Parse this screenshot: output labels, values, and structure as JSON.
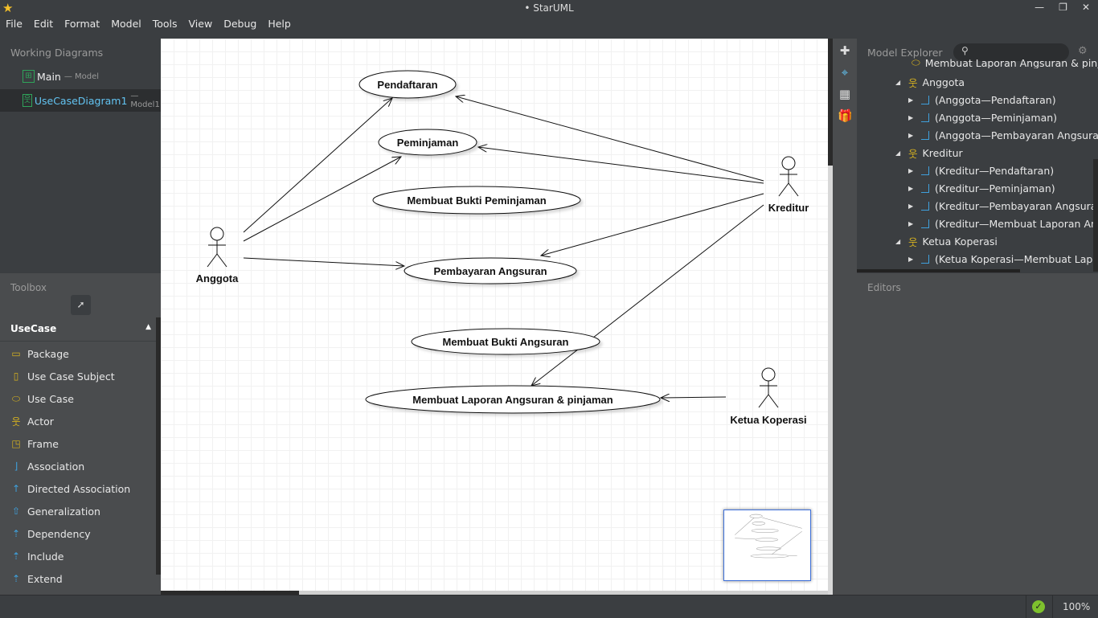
{
  "window": {
    "title": "• StarUML",
    "minimize": "—",
    "restore": "❐",
    "close": "✕"
  },
  "menu": [
    "File",
    "Edit",
    "Format",
    "Model",
    "Tools",
    "View",
    "Debug",
    "Help"
  ],
  "working_diagrams": {
    "title": "Working Diagrams",
    "items": [
      {
        "name": "Main",
        "sub": "— Model"
      },
      {
        "name": "UseCaseDiagram1",
        "sub": "— Model1"
      }
    ]
  },
  "toolbox": {
    "title": "Toolbox",
    "group": "UseCase",
    "items": [
      "Package",
      "Use Case Subject",
      "Use Case",
      "Actor",
      "Frame",
      "Association",
      "Directed Association",
      "Generalization",
      "Dependency",
      "Include",
      "Extend"
    ]
  },
  "diagram": {
    "use_cases": [
      "Pendaftaran",
      "Peminjaman",
      "Membuat Bukti Peminjaman",
      "Pembayaran Angsuran",
      "Membuat Bukti Angsuran",
      "Membuat Laporan Angsuran & pinjaman"
    ],
    "actors": [
      "Anggota",
      "Kreditur",
      "Ketua Koperasi"
    ]
  },
  "model_explorer": {
    "title": "Model Explorer",
    "search_placeholder": "",
    "items": [
      {
        "label": "Membuat Laporan Angsuran & pinjaman",
        "type": "usecase",
        "level": 2
      },
      {
        "label": "Anggota",
        "type": "actor",
        "level": 1
      },
      {
        "label": "(Anggota—Pendaftaran)",
        "type": "association",
        "level": 2
      },
      {
        "label": "(Anggota—Peminjaman)",
        "type": "association",
        "level": 2
      },
      {
        "label": "(Anggota—Pembayaran Angsuran)",
        "type": "association",
        "level": 2
      },
      {
        "label": "Kreditur",
        "type": "actor",
        "level": 1
      },
      {
        "label": "(Kreditur—Pendaftaran)",
        "type": "association",
        "level": 2
      },
      {
        "label": "(Kreditur—Peminjaman)",
        "type": "association",
        "level": 2
      },
      {
        "label": "(Kreditur—Pembayaran Angsuran)",
        "type": "association",
        "level": 2
      },
      {
        "label": "(Kreditur—Membuat Laporan Angsuran & pinjaman)",
        "type": "association",
        "level": 2
      },
      {
        "label": "Ketua Koperasi",
        "type": "actor",
        "level": 1
      },
      {
        "label": "(Ketua Koperasi—Membuat Laporan Angsuran & pinjaman)",
        "type": "association",
        "level": 2
      }
    ]
  },
  "editors": {
    "title": "Editors"
  },
  "status": {
    "zoom": "100%",
    "validation": "ok"
  },
  "colors": {
    "accent": "#62c3f1",
    "actor_icon": "#d4b020",
    "ok": "#7ec12d"
  }
}
